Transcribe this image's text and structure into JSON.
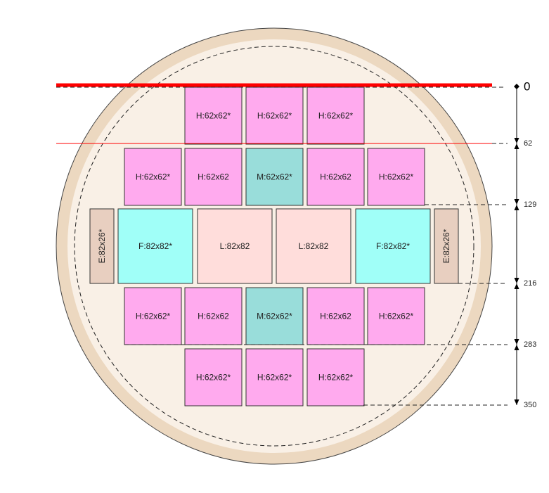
{
  "colors": {
    "wafer_rim": "#ecd8c0",
    "wafer_inner": "#f9f0e6",
    "wafer_outline": "#444444",
    "cut_line": "#ff0000",
    "tile_outline": "#333333",
    "H": "#ffaaee",
    "M": "#99ddda",
    "F": "#a0fff8",
    "L": "#ffdddb",
    "E": "#e8cfc0"
  },
  "tiles": [
    {
      "id": "r0c0",
      "type": "H",
      "label": "H:62x62*",
      "row": 0,
      "col": 1,
      "size": "small"
    },
    {
      "id": "r0c1",
      "type": "H",
      "label": "H:62x62*",
      "row": 0,
      "col": 2,
      "size": "small"
    },
    {
      "id": "r0c2",
      "type": "H",
      "label": "H:62x62*",
      "row": 0,
      "col": 3,
      "size": "small"
    },
    {
      "id": "r1c0",
      "type": "H",
      "label": "H:62x62*",
      "row": 1,
      "col": 0,
      "size": "small"
    },
    {
      "id": "r1c1",
      "type": "H",
      "label": "H:62x62",
      "row": 1,
      "col": 1,
      "size": "small"
    },
    {
      "id": "r1c2",
      "type": "M",
      "label": "M:62x62*",
      "row": 1,
      "col": 2,
      "size": "small"
    },
    {
      "id": "r1c3",
      "type": "H",
      "label": "H:62x62",
      "row": 1,
      "col": 3,
      "size": "small"
    },
    {
      "id": "r1c4",
      "type": "H",
      "label": "H:62x62*",
      "row": 1,
      "col": 4,
      "size": "small"
    },
    {
      "id": "r2e0",
      "type": "E",
      "label": "E:82x26*",
      "row": 2,
      "slot": "edge-left",
      "size": "edge"
    },
    {
      "id": "r2f0",
      "type": "F",
      "label": "F:82x82*",
      "row": 2,
      "slot": 0,
      "size": "large"
    },
    {
      "id": "r2l0",
      "type": "L",
      "label": "L:82x82",
      "row": 2,
      "slot": 1,
      "size": "large"
    },
    {
      "id": "r2l1",
      "type": "L",
      "label": "L:82x82",
      "row": 2,
      "slot": 2,
      "size": "large"
    },
    {
      "id": "r2f1",
      "type": "F",
      "label": "F:82x82*",
      "row": 2,
      "slot": 3,
      "size": "large"
    },
    {
      "id": "r2e1",
      "type": "E",
      "label": "E:82x26*",
      "row": 2,
      "slot": "edge-right",
      "size": "edge"
    },
    {
      "id": "r3c0",
      "type": "H",
      "label": "H:62x62*",
      "row": 3,
      "col": 0,
      "size": "small"
    },
    {
      "id": "r3c1",
      "type": "H",
      "label": "H:62x62",
      "row": 3,
      "col": 1,
      "size": "small"
    },
    {
      "id": "r3c2",
      "type": "M",
      "label": "M:62x62*",
      "row": 3,
      "col": 2,
      "size": "small"
    },
    {
      "id": "r3c3",
      "type": "H",
      "label": "H:62x62",
      "row": 3,
      "col": 3,
      "size": "small"
    },
    {
      "id": "r3c4",
      "type": "H",
      "label": "H:62x62*",
      "row": 3,
      "col": 4,
      "size": "small"
    },
    {
      "id": "r4c0",
      "type": "H",
      "label": "H:62x62*",
      "row": 4,
      "col": 1,
      "size": "small"
    },
    {
      "id": "r4c1",
      "type": "H",
      "label": "H:62x62*",
      "row": 4,
      "col": 2,
      "size": "small"
    },
    {
      "id": "r4c2",
      "type": "H",
      "label": "H:62x62*",
      "row": 4,
      "col": 3,
      "size": "small"
    }
  ],
  "scale": {
    "marks": [
      {
        "value": 0,
        "label": "0",
        "emphasis": true
      },
      {
        "value": 62,
        "label": "62",
        "emphasis": false
      },
      {
        "value": 129,
        "label": "129",
        "emphasis": false
      },
      {
        "value": 216,
        "label": "216",
        "emphasis": false
      },
      {
        "value": 283,
        "label": "283",
        "emphasis": false
      },
      {
        "value": 350,
        "label": "350",
        "emphasis": false
      }
    ]
  }
}
